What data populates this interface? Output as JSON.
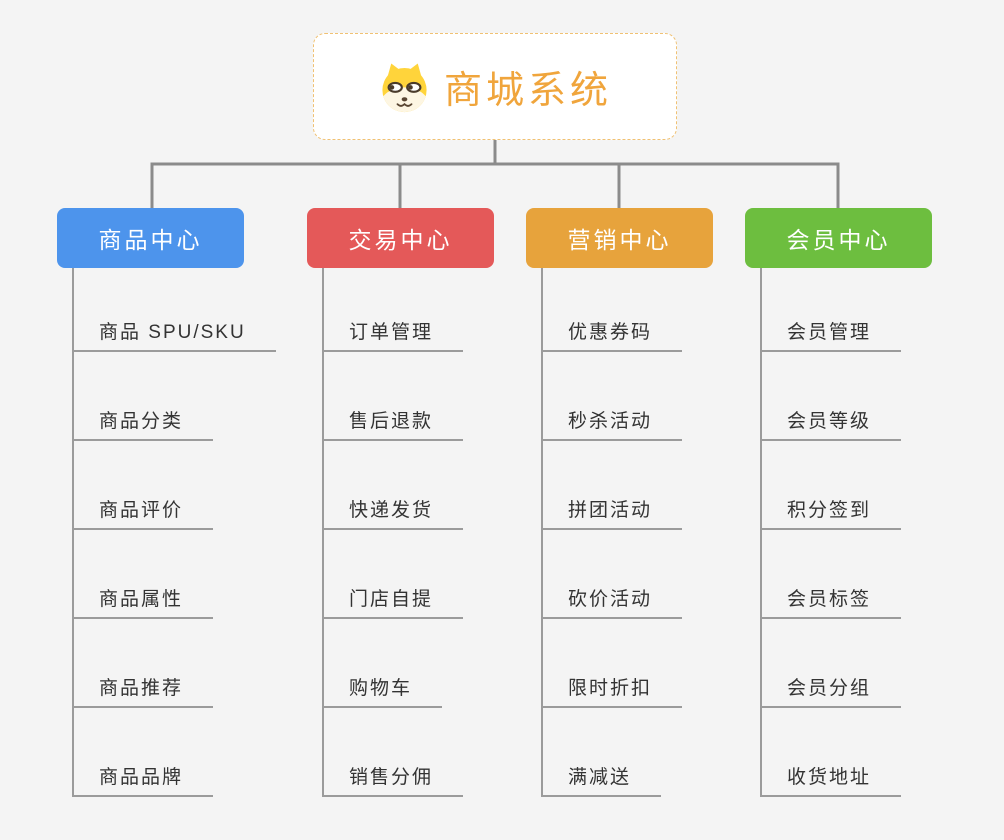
{
  "root": {
    "title": "商城系统",
    "icon": "dog-icon",
    "title_color": "#f0a53c",
    "border_color": "#f0c173"
  },
  "branches": [
    {
      "label": "商品中心",
      "color": "#4d94ec",
      "children": [
        "商品 SPU/SKU",
        "商品分类",
        "商品评价",
        "商品属性",
        "商品推荐",
        "商品品牌"
      ]
    },
    {
      "label": "交易中心",
      "color": "#e45959",
      "children": [
        "订单管理",
        "售后退款",
        "快递发货",
        "门店自提",
        "购物车",
        "销售分佣"
      ]
    },
    {
      "label": "营销中心",
      "color": "#e7a33c",
      "children": [
        "优惠券码",
        "秒杀活动",
        "拼团活动",
        "砍价活动",
        "限时折扣",
        "满减送"
      ]
    },
    {
      "label": "会员中心",
      "color": "#6dbe3f",
      "children": [
        "会员管理",
        "会员等级",
        "积分签到",
        "会员标签",
        "会员分组",
        "收货地址"
      ]
    }
  ],
  "colors": {
    "background": "#f4f4f4",
    "connector_line": "#8b8b8b",
    "leaf_line": "#9b9b9b",
    "leaf_text": "#333333"
  }
}
